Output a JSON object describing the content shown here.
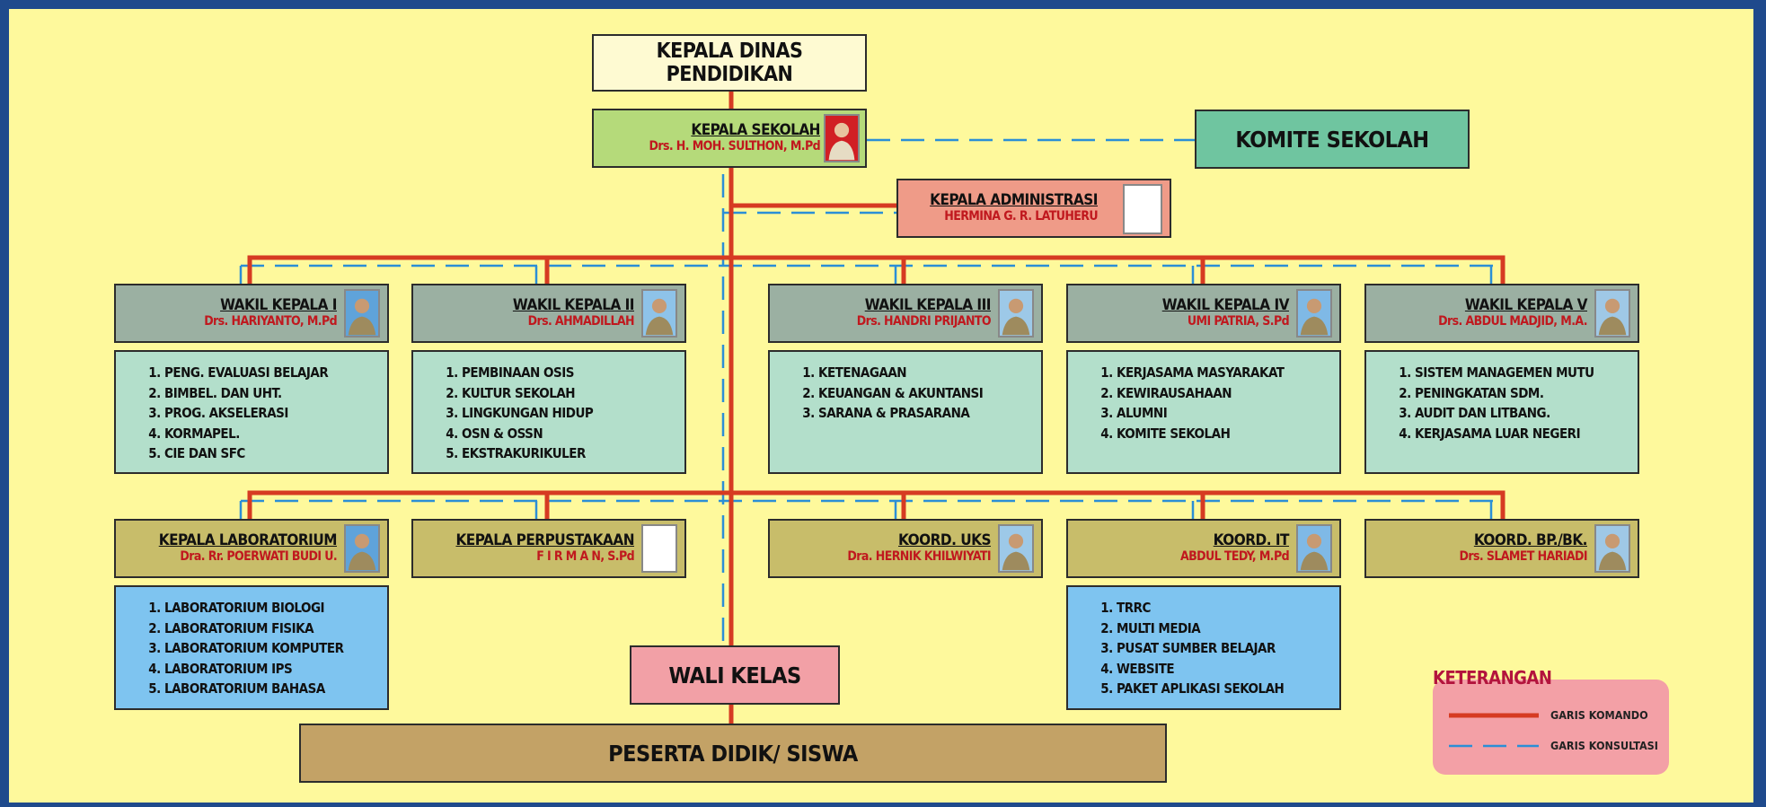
{
  "colors": {
    "command_line": "#d63b22",
    "consult_line": "#2b8fd6",
    "top_box": "#fefad2",
    "principal_box": "#b5da7a",
    "committee_box": "#6fc5a0",
    "admin_box": "#ef9b88",
    "deputy_box": "#9bb0a2",
    "task_box": "#b3dfcb",
    "coord_box": "#c8bd6a",
    "blue_box": "#7ec4f0",
    "wali_box": "#f2a0a6",
    "student_box": "#c3a266",
    "legend_bg": "#f3a0a6"
  },
  "top": {
    "title": "KEPALA DINAS PENDIDIKAN"
  },
  "principal": {
    "title": "KEPALA SEKOLAH",
    "name": "Drs. H. MOH. SULTHON, M.Pd"
  },
  "committee": {
    "title": "KOMITE SEKOLAH"
  },
  "admin": {
    "title": "KEPALA ADMINISTRASI",
    "name": "HERMINA G. R. LATUHERU"
  },
  "deputies": [
    {
      "title": "WAKIL KEPALA I",
      "name": "Drs. HARIYANTO, M.Pd",
      "tasks": [
        "PENG. EVALUASI BELAJAR",
        "BIMBEL. DAN UHT.",
        "PROG. AKSELERASI",
        "KORMAPEL.",
        "CIE  DAN SFC"
      ]
    },
    {
      "title": "WAKIL KEPALA II",
      "name": "Drs. AHMADILLAH",
      "tasks": [
        "PEMBINAAN OSIS",
        "KULTUR SEKOLAH",
        "LINGKUNGAN HIDUP",
        "OSN & OSSN",
        "EKSTRAKURIKULER"
      ]
    },
    {
      "title": "WAKIL KEPALA III",
      "name": "Drs. HANDRI PRIJANTO",
      "tasks": [
        "KETENAGAAN",
        "KEUANGAN & AKUNTANSI",
        "SARANA & PRASARANA"
      ]
    },
    {
      "title": "WAKIL KEPALA IV",
      "name": "UMI PATRIA, S.Pd",
      "tasks": [
        "KERJASAMA MASYARAKAT",
        "KEWIRAUSAHAAN",
        "ALUMNI",
        "KOMITE SEKOLAH"
      ]
    },
    {
      "title": "WAKIL KEPALA V",
      "name": "Drs. ABDUL MADJID, M.A.",
      "tasks": [
        "SISTEM MANAGEMEN MUTU",
        "PENINGKATAN SDM.",
        "AUDIT DAN LITBANG.",
        "KERJASAMA LUAR NEGERI"
      ]
    }
  ],
  "coordinators": [
    {
      "title": "KEPALA LABORATORIUM",
      "name": "Dra. Rr. POERWATI BUDI U.",
      "tasks": [
        "LABORATORIUM BIOLOGI",
        "LABORATORIUM FISIKA",
        "LABORATORIUM KOMPUTER",
        "LABORATORIUM IPS",
        "LABORATORIUM BAHASA"
      ]
    },
    {
      "title": "KEPALA PERPUSTAKAAN",
      "name": "F I R M A N, S.Pd"
    },
    {
      "title": "KOORD. UKS",
      "name": "Dra. HERNIK KHILWIYATI"
    },
    {
      "title": "KOORD. IT",
      "name": "ABDUL TEDY, M.Pd",
      "tasks": [
        "TRRC",
        "MULTI MEDIA",
        "PUSAT SUMBER BELAJAR",
        "WEBSITE",
        "PAKET APLIKASI SEKOLAH"
      ]
    },
    {
      "title": "KOORD. BP./BK.",
      "name": "Drs. SLAMET HARIADI"
    }
  ],
  "wali": {
    "title": "WALI KELAS"
  },
  "students": {
    "title": "PESERTA DIDIK/ SISWA"
  },
  "legend": {
    "title": "KETERANGAN",
    "command": "GARIS KOMANDO",
    "consult": "GARIS KONSULTASI"
  }
}
